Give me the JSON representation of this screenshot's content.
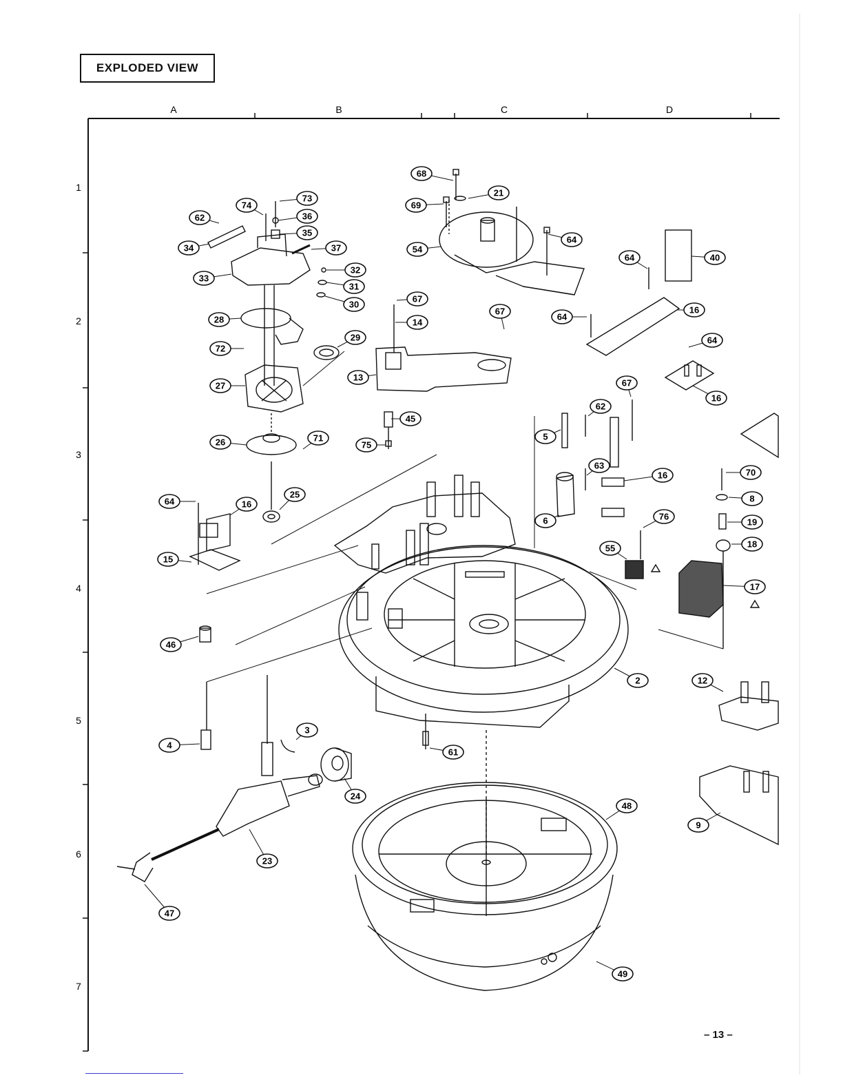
{
  "header": {
    "title": "EXPLODED VIEW"
  },
  "grid": {
    "columns": [
      "A",
      "B",
      "C",
      "D"
    ],
    "rows": [
      "1",
      "2",
      "3",
      "4",
      "5",
      "6",
      "7"
    ]
  },
  "callouts": [
    {
      "id": "68",
      "label": "68"
    },
    {
      "id": "21",
      "label": "21"
    },
    {
      "id": "69",
      "label": "69"
    },
    {
      "id": "54",
      "label": "54"
    },
    {
      "id": "64a",
      "label": "64"
    },
    {
      "id": "73",
      "label": "73"
    },
    {
      "id": "74",
      "label": "74"
    },
    {
      "id": "36",
      "label": "36"
    },
    {
      "id": "62a",
      "label": "62"
    },
    {
      "id": "35",
      "label": "35"
    },
    {
      "id": "37",
      "label": "37"
    },
    {
      "id": "34",
      "label": "34"
    },
    {
      "id": "32",
      "label": "32"
    },
    {
      "id": "33",
      "label": "33"
    },
    {
      "id": "31",
      "label": "31"
    },
    {
      "id": "30",
      "label": "30"
    },
    {
      "id": "67a",
      "label": "67"
    },
    {
      "id": "14",
      "label": "14"
    },
    {
      "id": "67b",
      "label": "67"
    },
    {
      "id": "28",
      "label": "28"
    },
    {
      "id": "29",
      "label": "29"
    },
    {
      "id": "72",
      "label": "72"
    },
    {
      "id": "13",
      "label": "13"
    },
    {
      "id": "27",
      "label": "27"
    },
    {
      "id": "45",
      "label": "45"
    },
    {
      "id": "75",
      "label": "75"
    },
    {
      "id": "26",
      "label": "26"
    },
    {
      "id": "71",
      "label": "71"
    },
    {
      "id": "64b",
      "label": "64"
    },
    {
      "id": "40",
      "label": "40"
    },
    {
      "id": "64c",
      "label": "64"
    },
    {
      "id": "16a",
      "label": "16"
    },
    {
      "id": "64d",
      "label": "64"
    },
    {
      "id": "16b",
      "label": "16"
    },
    {
      "id": "67c",
      "label": "67"
    },
    {
      "id": "62b",
      "label": "62"
    },
    {
      "id": "5",
      "label": "5"
    },
    {
      "id": "63",
      "label": "63"
    },
    {
      "id": "16c",
      "label": "16"
    },
    {
      "id": "6",
      "label": "6"
    },
    {
      "id": "76",
      "label": "76"
    },
    {
      "id": "55",
      "label": "55"
    },
    {
      "id": "70",
      "label": "70"
    },
    {
      "id": "8",
      "label": "8"
    },
    {
      "id": "19",
      "label": "19"
    },
    {
      "id": "18",
      "label": "18"
    },
    {
      "id": "17",
      "label": "17"
    },
    {
      "id": "64e",
      "label": "64"
    },
    {
      "id": "16d",
      "label": "16"
    },
    {
      "id": "25",
      "label": "25"
    },
    {
      "id": "15",
      "label": "15"
    },
    {
      "id": "46",
      "label": "46"
    },
    {
      "id": "2",
      "label": "2"
    },
    {
      "id": "12",
      "label": "12"
    },
    {
      "id": "4",
      "label": "4"
    },
    {
      "id": "3",
      "label": "3"
    },
    {
      "id": "61",
      "label": "61"
    },
    {
      "id": "24",
      "label": "24"
    },
    {
      "id": "48",
      "label": "48"
    },
    {
      "id": "9",
      "label": "9"
    },
    {
      "id": "23",
      "label": "23"
    },
    {
      "id": "47",
      "label": "47"
    },
    {
      "id": "49",
      "label": "49"
    }
  ],
  "footer": {
    "page_number": "– 13 –"
  },
  "colors": {
    "ink": "#111111",
    "paper": "#ffffff",
    "shade": "#555555"
  }
}
